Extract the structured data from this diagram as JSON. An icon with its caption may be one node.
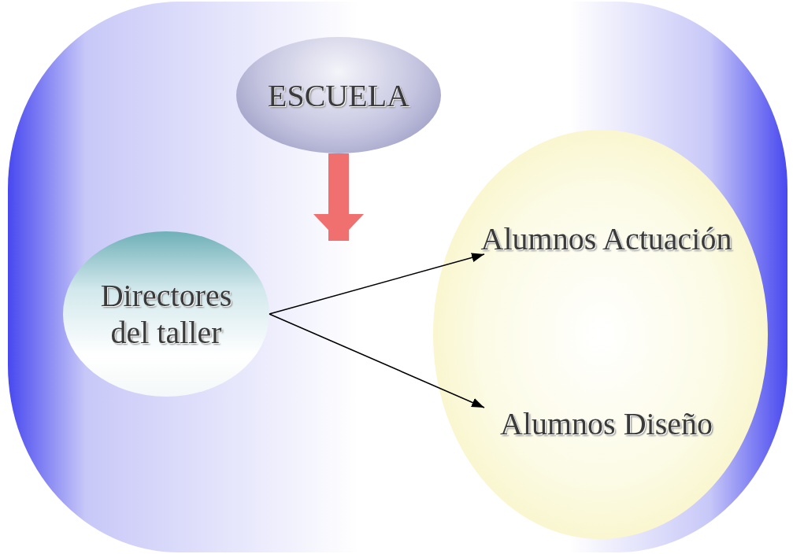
{
  "diagram": {
    "nodes": [
      {
        "text": [],
        "shape": "box"
      },
      {
        "text": [
          "ESCUELA"
        ],
        "in": 0
      },
      {
        "text": [
          "Directores del taller"
        ],
        "in": 0
      },
      {
        "text": [],
        "shape": "circle",
        "in": 0
      },
      {
        "text": [
          "Alumnos Actuación"
        ],
        "in": 3
      },
      {
        "text": [
          "Alumnos Diseño"
        ],
        "in": 3
      }
    ],
    "edges": [
      {
        "from": 1,
        "to": 2,
        "arrow": "to",
        "style": "thick",
        "color": "#f07070"
      },
      {
        "from": 2,
        "to": 4,
        "arrow": "to"
      },
      {
        "from": 2,
        "to": 5,
        "arrow": "to"
      }
    ]
  }
}
